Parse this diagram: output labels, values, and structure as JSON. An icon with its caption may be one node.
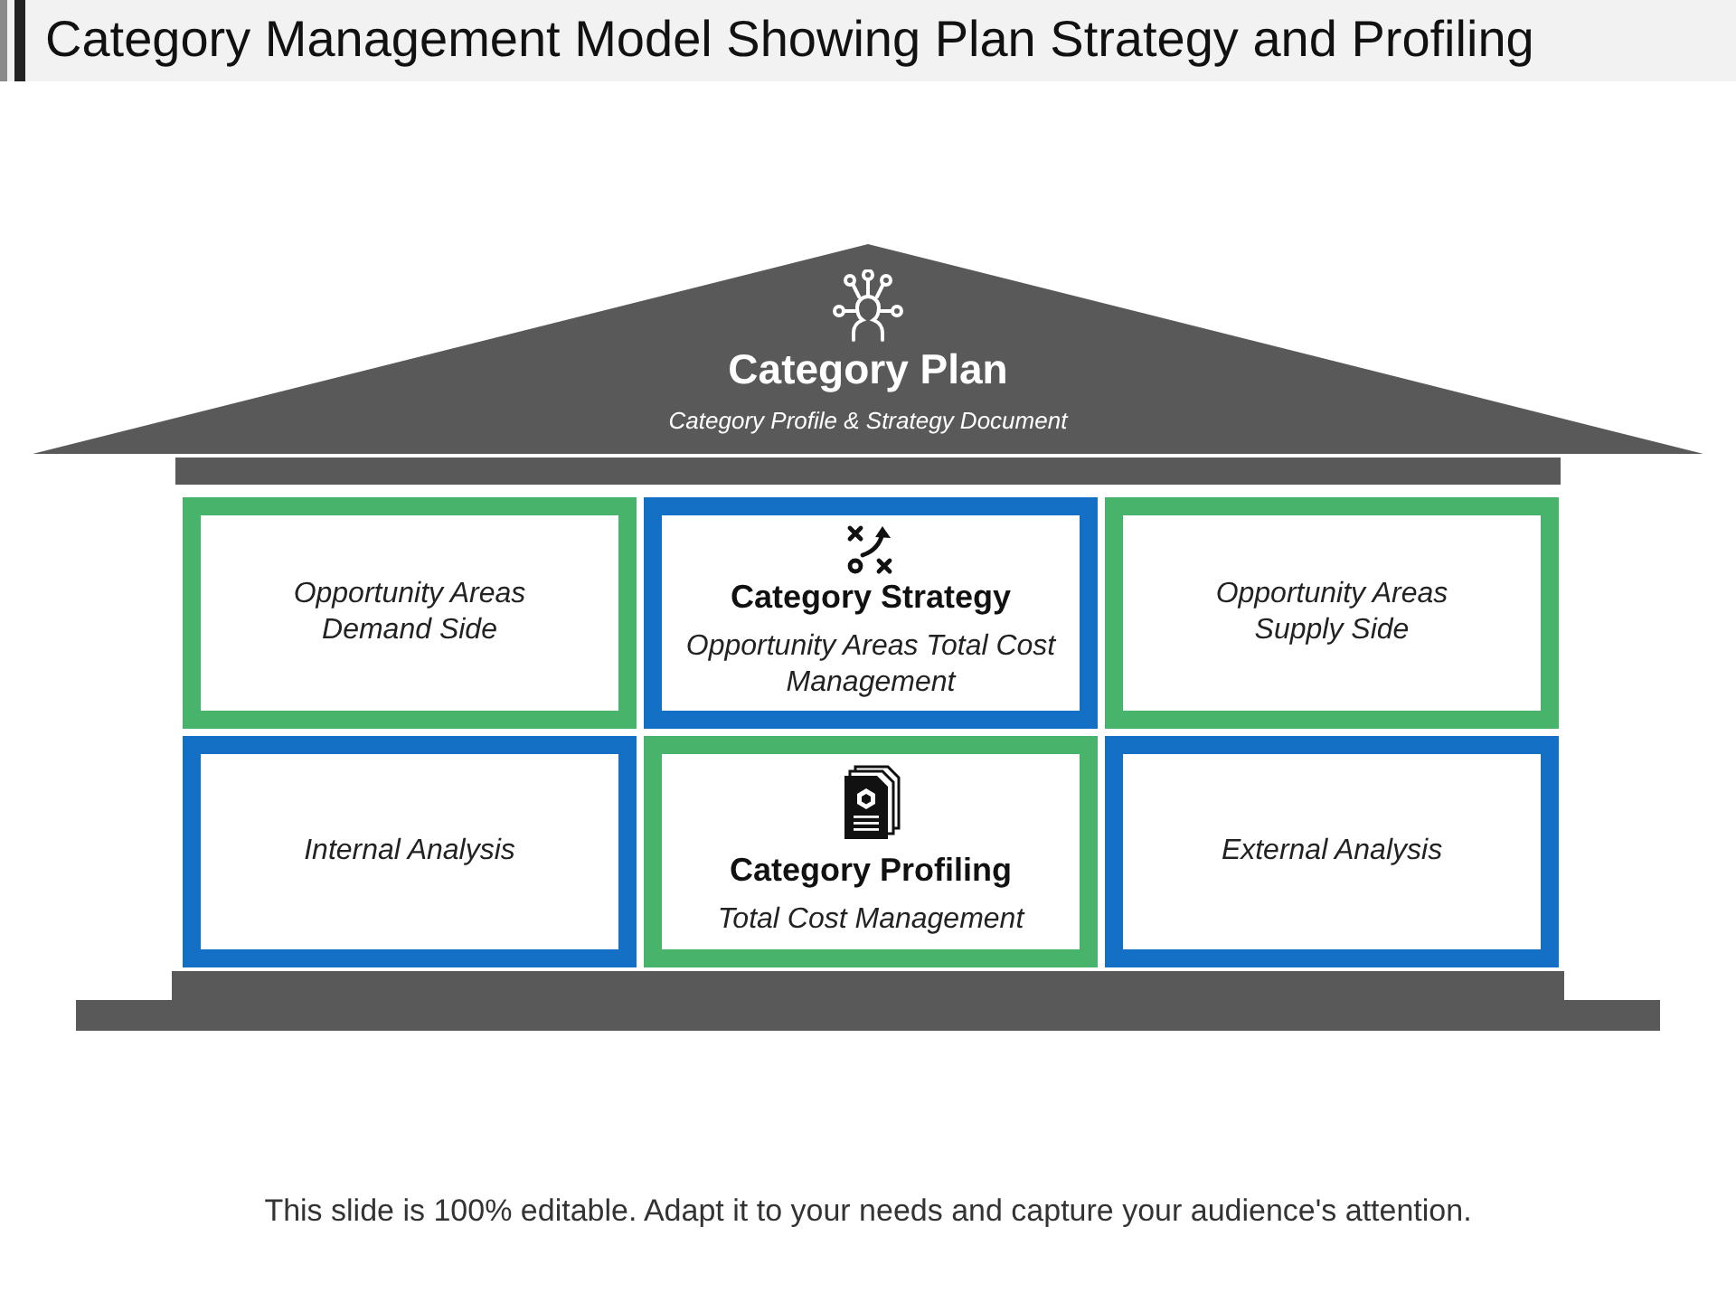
{
  "diagram": {
    "title": "Category Management Model Showing Plan Strategy and Profiling",
    "caption": "This slide is 100% editable. Adapt it to your needs and capture your audience's attention.",
    "nodes": [
      {
        "text": [
          "Category Plan",
          "Category Profile & Strategy Document"
        ]
      },
      {
        "text": [
          "Opportunity Areas Demand Side"
        ]
      },
      {
        "text": [
          "Category Strategy",
          "Opportunity Areas Total Cost Management"
        ]
      },
      {
        "text": [
          "Opportunity Areas Supply Side"
        ]
      },
      {
        "text": [
          "Internal Analysis"
        ]
      },
      {
        "text": [
          "Category Profiling",
          "Total Cost Management"
        ]
      },
      {
        "text": [
          "External Analysis"
        ]
      }
    ],
    "edges": []
  }
}
